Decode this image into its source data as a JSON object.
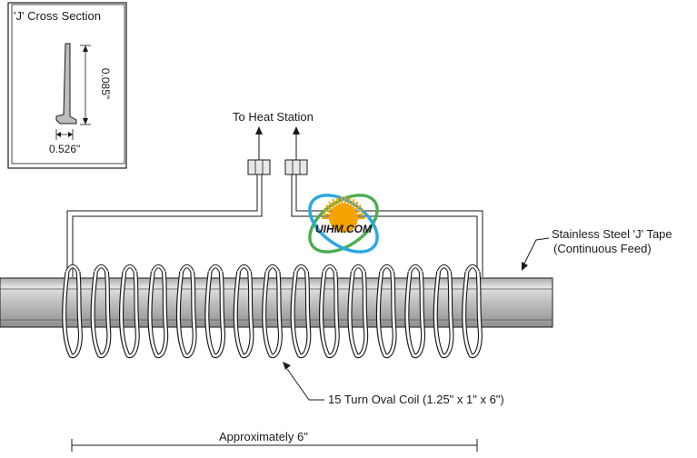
{
  "inset": {
    "title": "'J' Cross Section",
    "height_dim": "0.085\"",
    "width_dim": "0.526\""
  },
  "labels": {
    "to_heat_station": "To Heat Station",
    "tape_line1": "Stainless Steel 'J' Tape",
    "tape_line2": "(Continuous Feed)",
    "coil": "15 Turn Oval Coil (1.25\" x 1\" x 6\")",
    "length": "Approximately 6\""
  },
  "logo": {
    "text": "UIHM.COM",
    "colors": {
      "ring_green": "#4caf50",
      "ring_blue": "#29a8e0",
      "sun": "#f5a300",
      "text": "#e08a00"
    }
  },
  "colors": {
    "line": "#1a1a1a",
    "pipe_fill": "#bdbdbd",
    "pipe_light": "#e2e2e2",
    "pipe_dark": "#9a9a9a"
  },
  "coil": {
    "turns": 15
  }
}
